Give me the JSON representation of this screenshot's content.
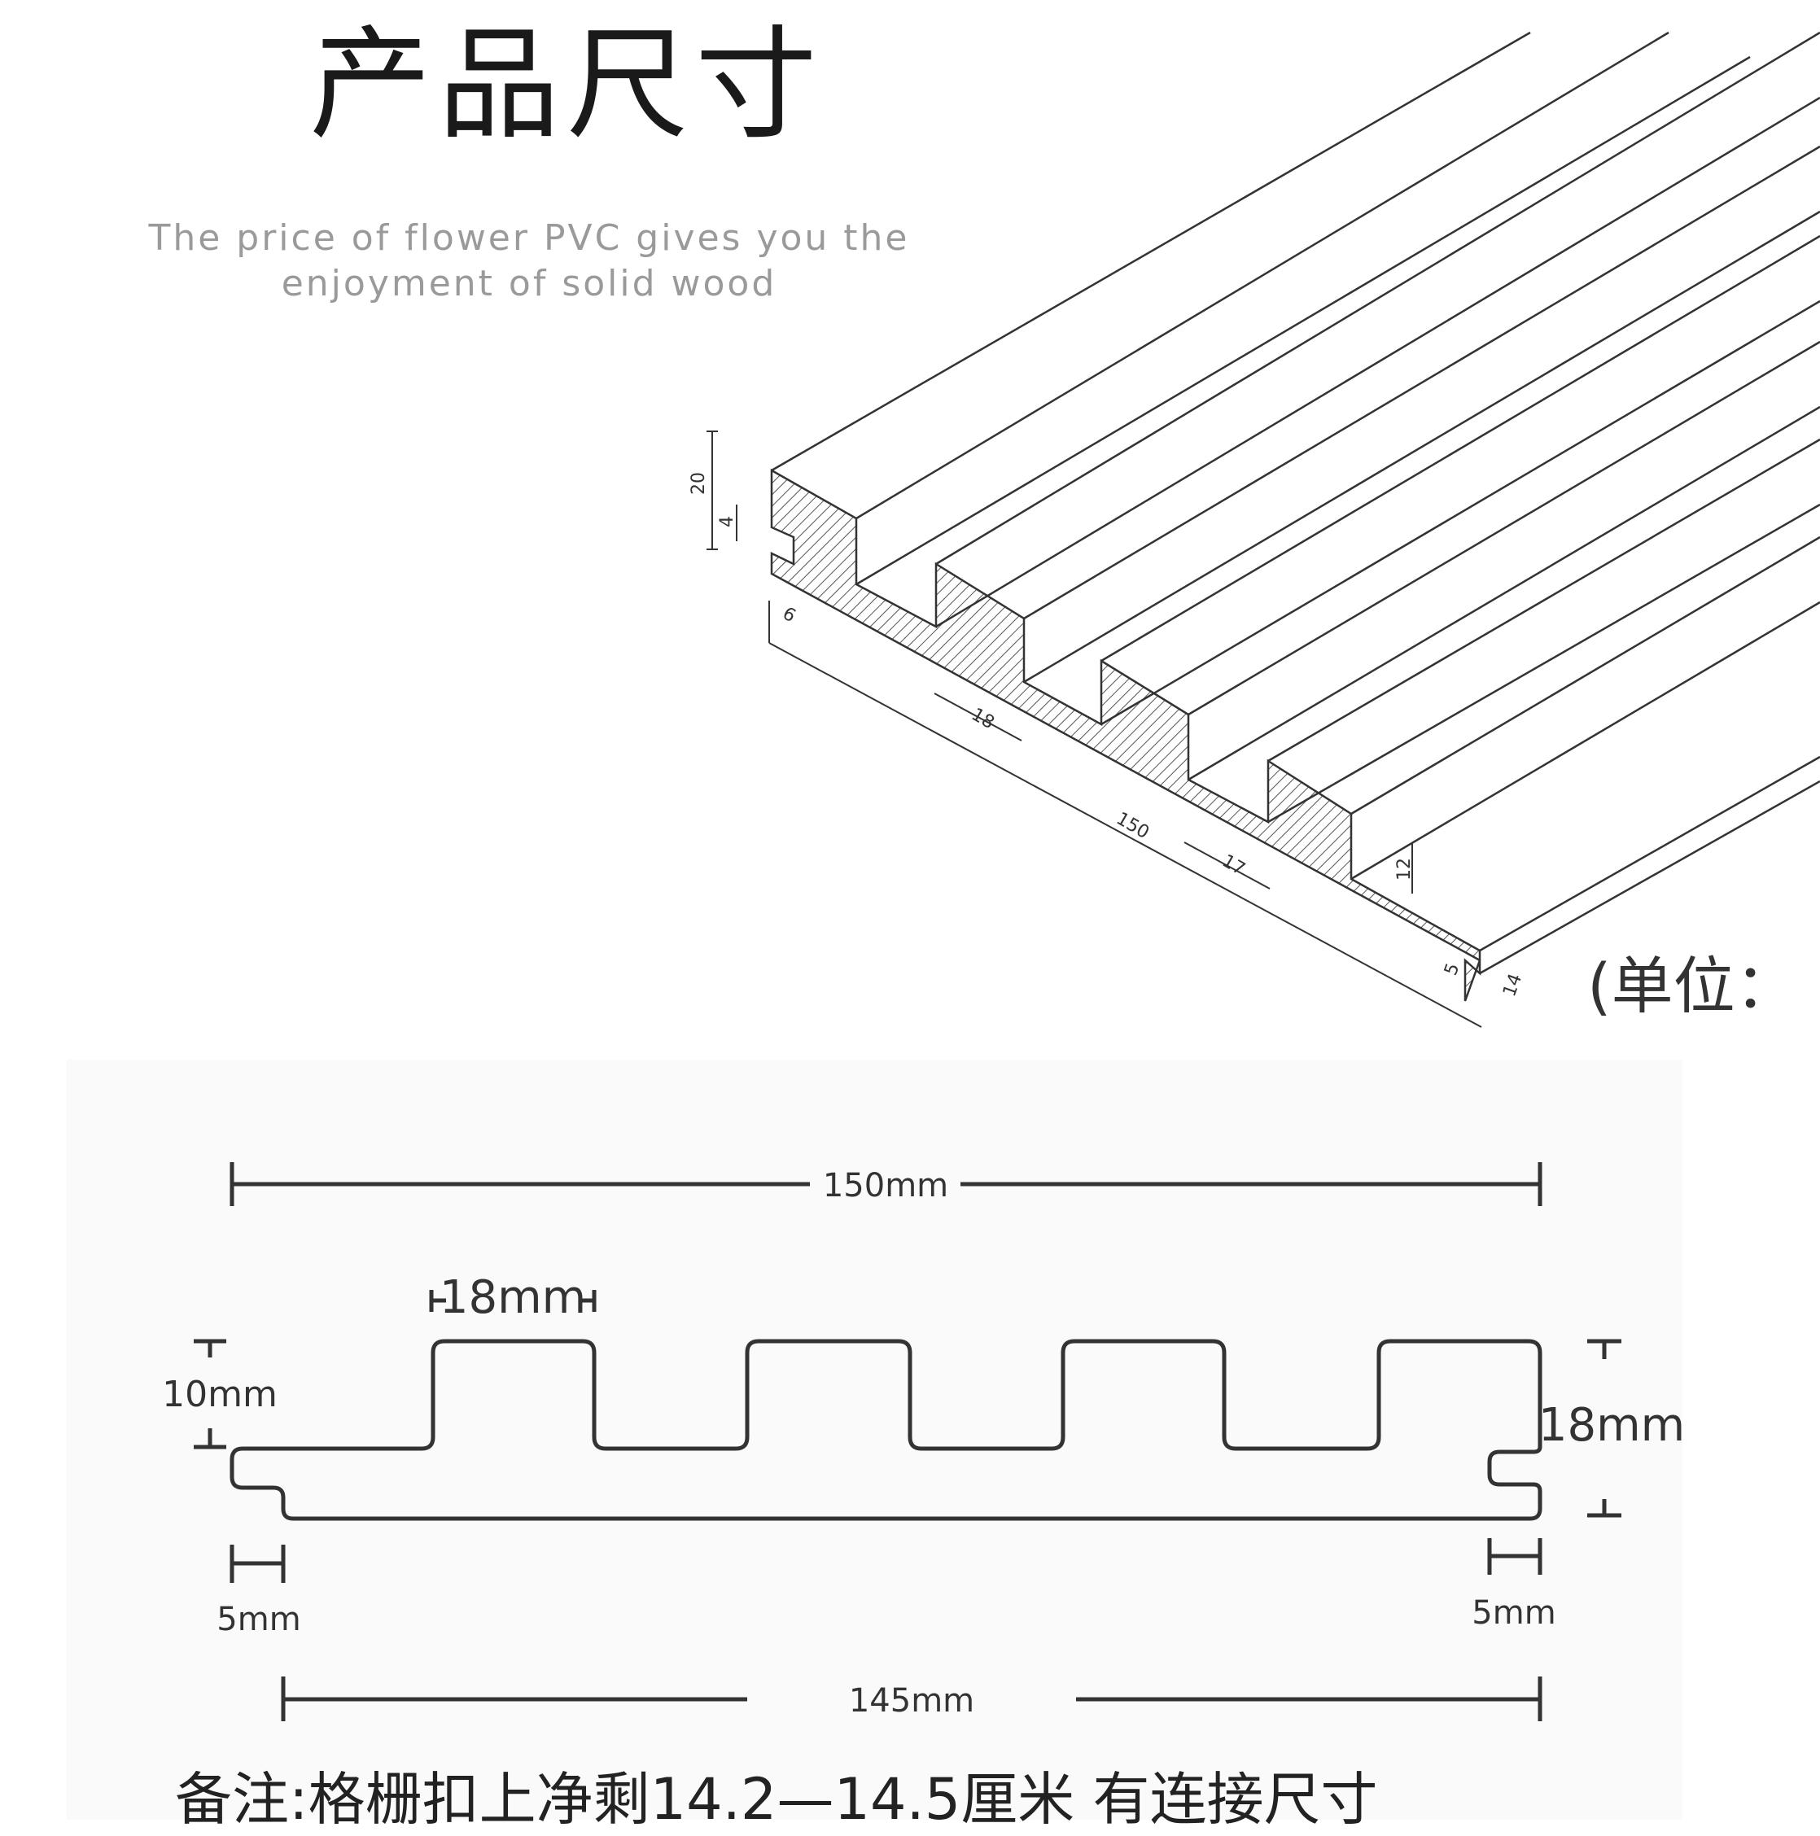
{
  "header": {
    "title": "产品尺寸",
    "subtitle": "The price of flower PVC gives you the enjoyment of solid wood"
  },
  "iso_view": {
    "labels": {
      "height": "20",
      "tongue": "4",
      "edge": "6",
      "rib": "18",
      "width": "150",
      "gap": "17",
      "depth": "12",
      "base": "5",
      "base2": "14"
    },
    "unit_note": "(单位： M"
  },
  "section_view": {
    "labels": {
      "total_width": "150mm",
      "rib_width": "18mm",
      "rib_height": "10mm",
      "total_height": "18mm",
      "left_offset": "5mm",
      "right_offset": "5mm",
      "net_width": "145mm"
    },
    "remark": "备注:格栅扣上净剩14.2—14.5厘米 有连接尺寸"
  },
  "colors": {
    "line": "#333333",
    "hatch": "#555555",
    "subtitle": "#9a9a9a"
  }
}
